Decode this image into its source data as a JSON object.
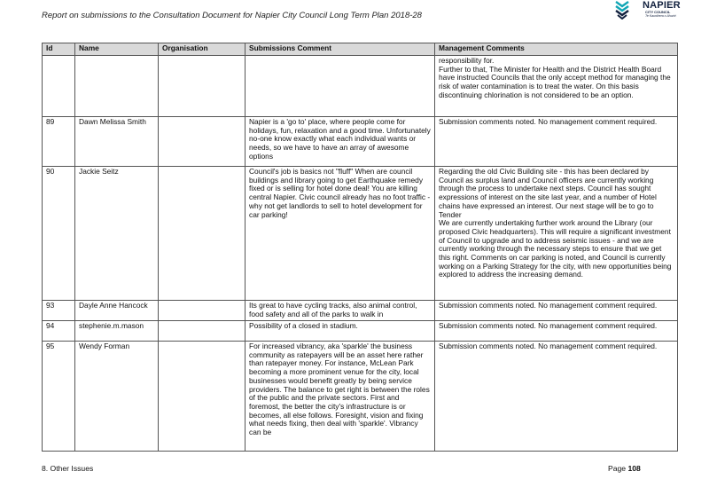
{
  "header": {
    "title": "Report on submissions to the Consultation Document for Napier City Council Long Term Plan 2018-28",
    "logo": {
      "name": "NAPIER",
      "sub": "CITY COUNCIL",
      "tagline": "Te Kaunihera o Ahuriri",
      "icon": "wave-chevrons-icon",
      "color_teal": "#12a6b5",
      "color_navy": "#13223f"
    }
  },
  "table": {
    "columns": [
      "Id",
      "Name",
      "Organisation",
      "Submissions Comment",
      "Management Comments"
    ],
    "header_bg": "#d9d9d9",
    "rows": [
      {
        "id": "",
        "name": "",
        "organisation": "",
        "submission": "",
        "management": "responsibility for.\nFurther to that, The Minister for Health and the District Health Board have instructed Councils that the only accept method for managing the risk of water contamination is to treat the water. On this basis discontinuing chlorination is not considered to be an option."
      },
      {
        "id": "89",
        "name": "Dawn Melissa Smith",
        "organisation": "",
        "submission": "Napier is a 'go to' place, where people come for holidays, fun, relaxation and a good time. Unfortunately no-one know exactly what each individual wants or needs, so we have to have an array of awesome options",
        "management": "Submission comments noted. No management comment required."
      },
      {
        "id": "90",
        "name": "Jackie Seitz",
        "organisation": "",
        "submission": "Council's job is basics not \"fluff\" When are council buildings and library going to get Earthquake remedy fixed or is selling for hotel done deal! You are killing central Napier. Civic council already has no foot traffic - why not get landlords to sell to hotel development for car parking!",
        "management": "Regarding the old Civic Building site - this has been declared by Council as surplus land and Council officers are currently working through the process to undertake next steps.  Council has sought expressions of interest on the site last year, and a number of Hotel chains have expressed an interest.  Our next stage will be to go to Tender\nWe are currently undertaking further work around the Library (our proposed Civic headquarters).  This will require a significant investment of Council to upgrade and to address seismic issues - and we are currently working through the necessary steps to ensure that we get this right.  Comments on car parking is noted, and Council is currently working on a Parking Strategy for the city, with new opportunities being explored to address the increasing demand."
      },
      {
        "id": "93",
        "name": "Dayle Anne Hancock",
        "organisation": "",
        "submission": "Its great to have cycling tracks, also animal control, food safety and all of the parks to walk in",
        "management": "Submission comments noted. No management comment required."
      },
      {
        "id": "94",
        "name": "stephenie.m.mason",
        "organisation": "",
        "submission": "Possibility of a closed in stadium.",
        "management": "Submission comments noted. No management comment required."
      },
      {
        "id": "95",
        "name": "Wendy Forman",
        "organisation": "",
        "submission": "For increased vibrancy, aka 'sparkle' the business community as ratepayers will be an asset here rather than ratepayer money. For instance, McLean Park becoming a more prominent venue for the city, local businesses would benefit greatly by being service providers. The balance to get right is between the roles of the public and the private sectors. First and foremost, the better the city's infrastructure is or becomes, all else follows. Foresight, vision and fixing what needs fixing, then deal with 'sparkle'. Vibrancy can be",
        "management": "Submission comments noted. No management comment required."
      }
    ]
  },
  "footer": {
    "section": "8. Other Issues",
    "page_label": "Page",
    "page_number": "108"
  }
}
